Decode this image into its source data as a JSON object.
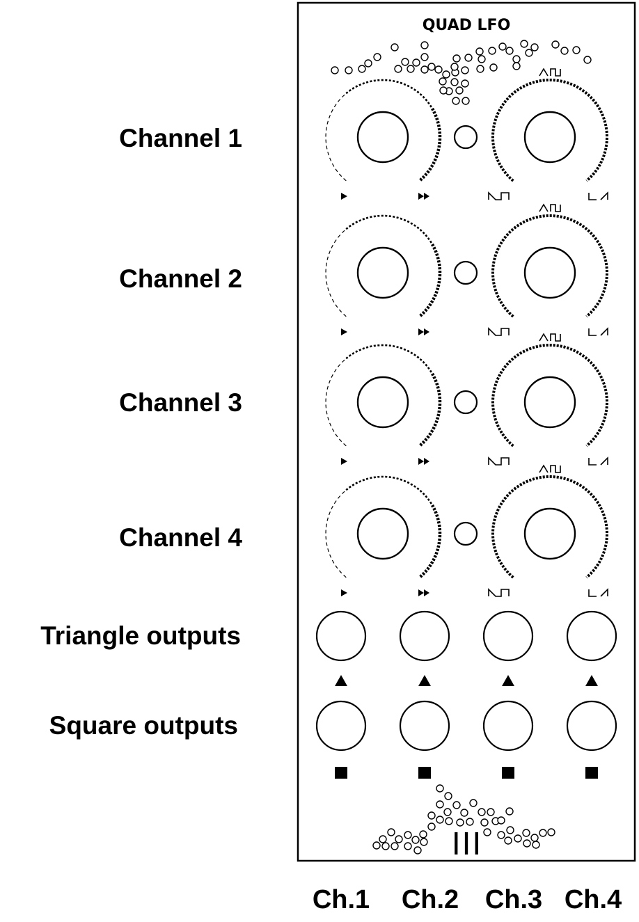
{
  "panel": {
    "title": "QUAD LFO",
    "logo_text": "III"
  },
  "rows": [
    {
      "label": "Channel 1"
    },
    {
      "label": "Channel 2"
    },
    {
      "label": "Channel 3"
    },
    {
      "label": "Channel 4"
    }
  ],
  "outputs": {
    "triangle_label": "Triangle outputs",
    "square_label": "Square outputs"
  },
  "columns": [
    "Ch.1",
    "Ch.2",
    "Ch.3",
    "Ch.4"
  ],
  "colors": {
    "ink": "#000000",
    "panel": "#ffffff"
  }
}
